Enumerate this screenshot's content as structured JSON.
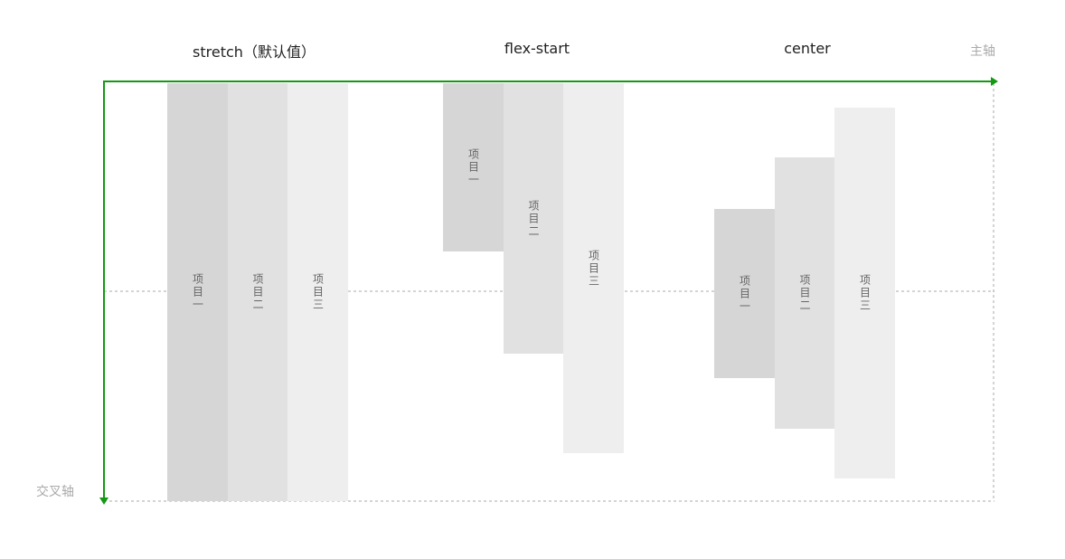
{
  "labels": {
    "main_axis": "主轴",
    "cross_axis": "交叉轴"
  },
  "colors": {
    "axis": "#139913",
    "guide": "#aaaaaa",
    "item_1": "#d6d6d6",
    "item_2": "#e1e1e1",
    "item_3": "#eeeeee"
  },
  "groups": [
    {
      "title": "stretch（默认值）",
      "items": [
        {
          "label": "项目一"
        },
        {
          "label": "项目二"
        },
        {
          "label": "项目三"
        }
      ]
    },
    {
      "title": "flex-start",
      "items": [
        {
          "label": "项目一"
        },
        {
          "label": "项目二"
        },
        {
          "label": "项目三"
        }
      ]
    },
    {
      "title": "center",
      "items": [
        {
          "label": "项目一"
        },
        {
          "label": "项目二"
        },
        {
          "label": "项目三"
        }
      ]
    }
  ]
}
